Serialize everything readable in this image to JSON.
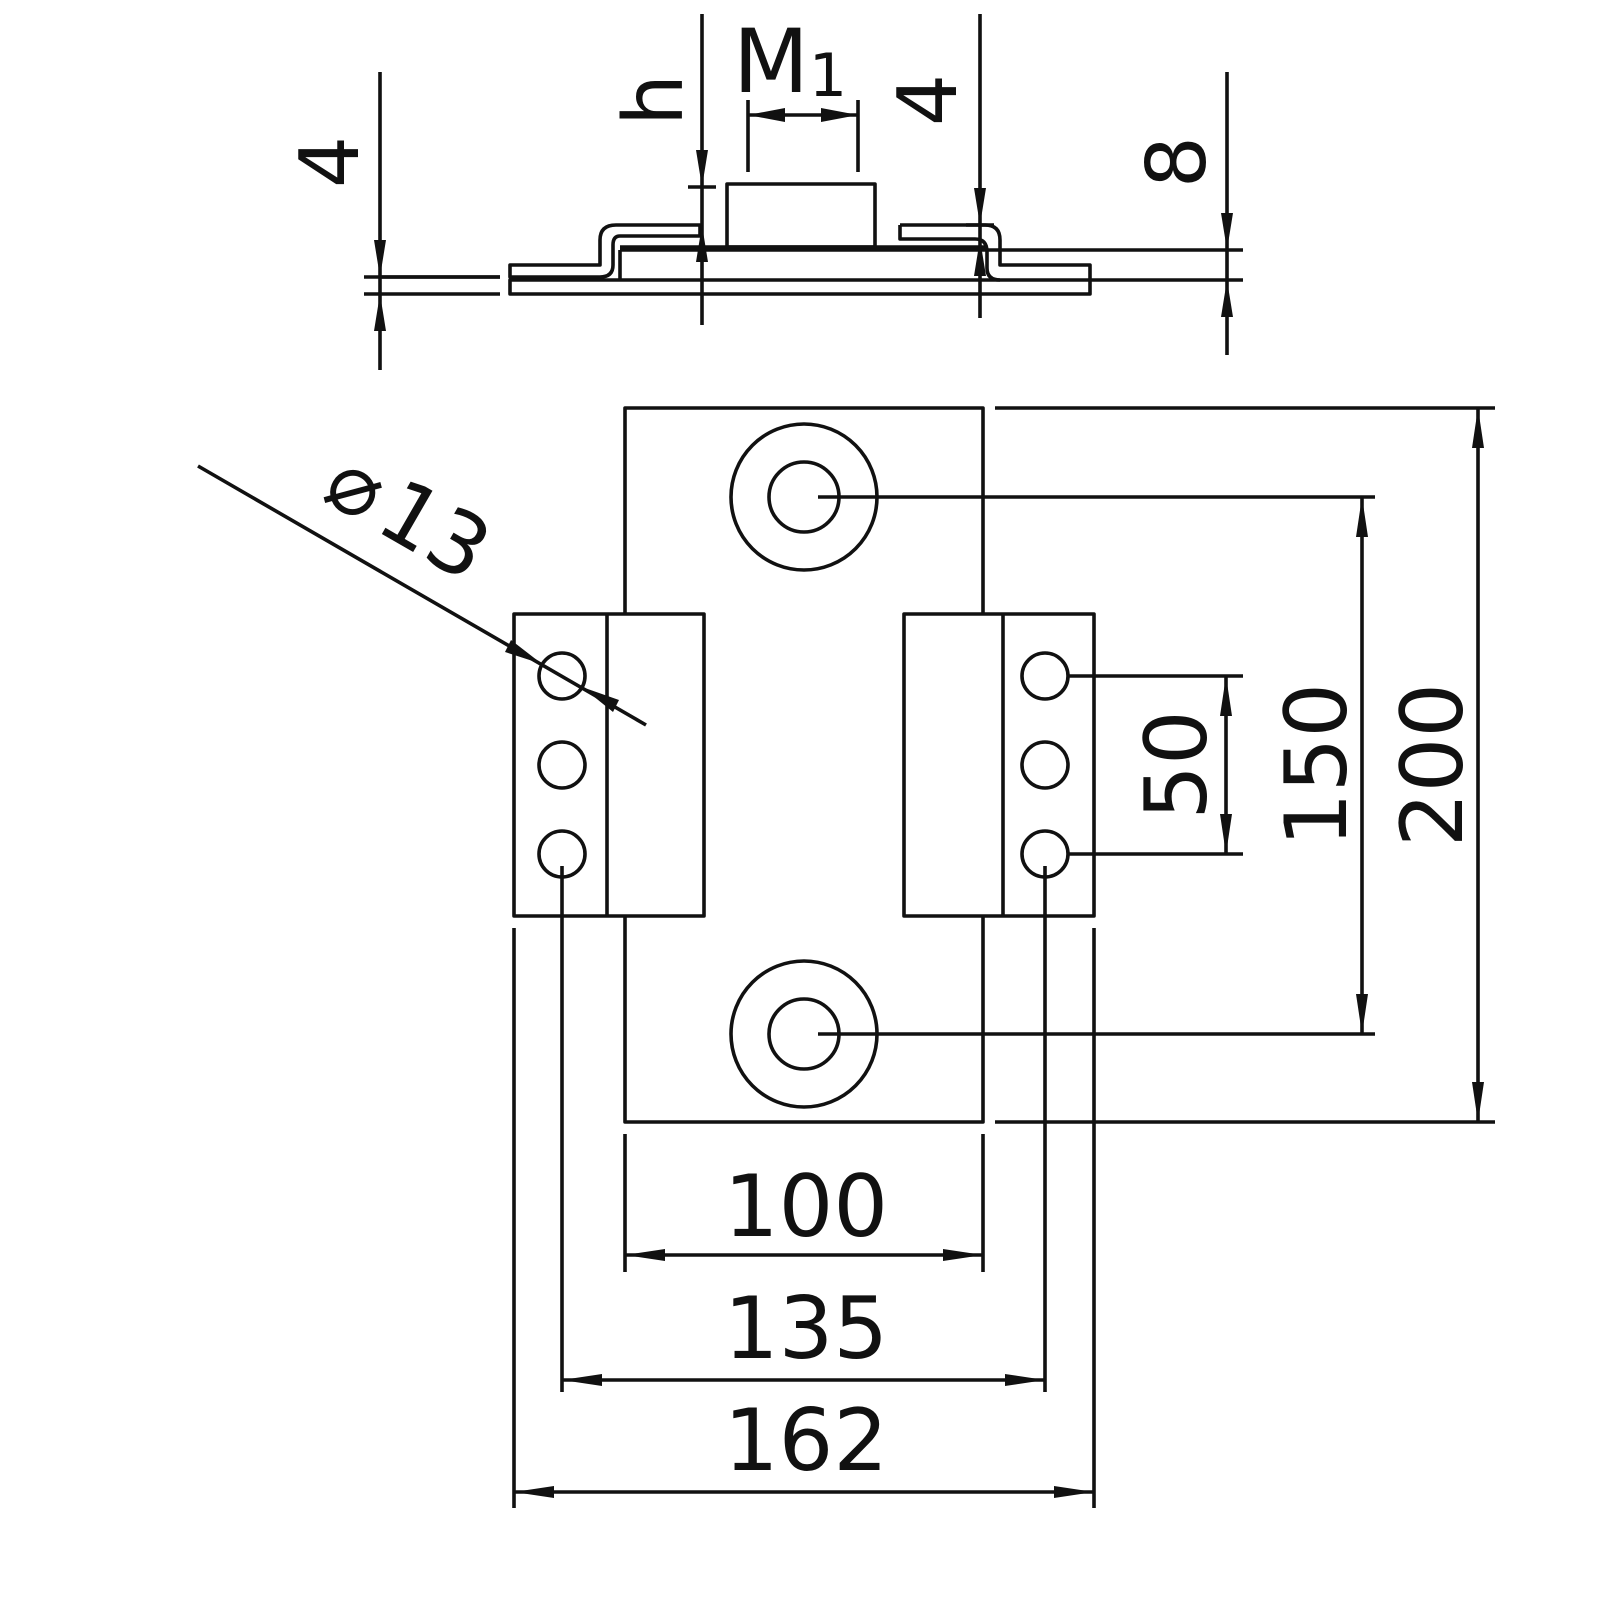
{
  "drawing": {
    "side_view": {
      "thickness_left": "4",
      "h_label": "h",
      "m_main": "M",
      "m_sub": "1",
      "thickness_right": "4",
      "total_height": "8"
    },
    "plan_view": {
      "hole_label": "13",
      "hole_symbol": "⌀",
      "height_outer": "200",
      "height_inner": "150",
      "hole_pitch": "50",
      "width_plate": "100",
      "width_holes": "135",
      "width_total": "162"
    }
  }
}
